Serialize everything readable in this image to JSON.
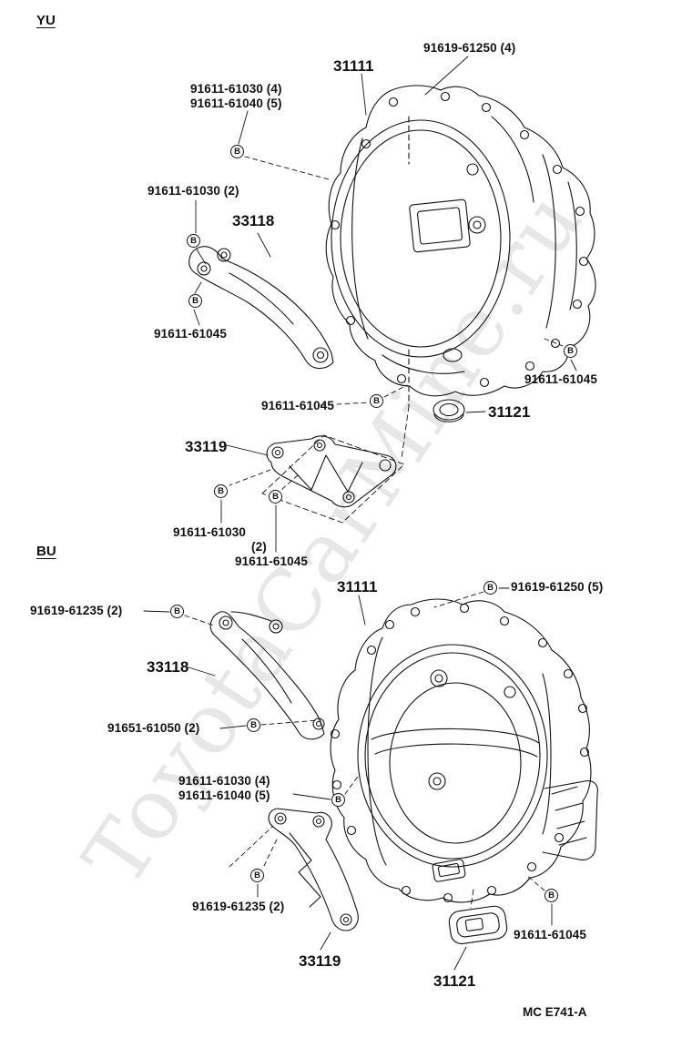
{
  "watermark": {
    "text": "ToyotaCarMine.ru"
  },
  "footer": {
    "code": "MC E741-A"
  },
  "marker": {
    "symbol": "B"
  },
  "colors": {
    "ink": "#111111",
    "background": "#ffffff",
    "watermark": "#d8d8d8"
  },
  "sections": [
    {
      "label": "YU"
    },
    {
      "label": "BU"
    }
  ],
  "part_labels": [
    {
      "text": "91619-61250 (4)"
    },
    {
      "text": "31111"
    },
    {
      "text": "91611-61030 (4)"
    },
    {
      "text": "91611-61040 (5)"
    },
    {
      "text": "91611-61030 (2)"
    },
    {
      "text": "33118"
    },
    {
      "text": "91611-61045"
    },
    {
      "text": "91611-61045"
    },
    {
      "text": "91611-61045"
    },
    {
      "text": "31121"
    },
    {
      "text": "33119"
    },
    {
      "text": "91611-61030"
    },
    {
      "text": "(2)"
    },
    {
      "text": "91611-61045"
    },
    {
      "text": "31111"
    },
    {
      "text": "91619-61250 (5)"
    },
    {
      "text": "91619-61235 (2)"
    },
    {
      "text": "33118"
    },
    {
      "text": "91651-61050 (2)"
    },
    {
      "text": "91611-61030 (4)"
    },
    {
      "text": "91611-61040 (5)"
    },
    {
      "text": "91619-61235 (2)"
    },
    {
      "text": "33119"
    },
    {
      "text": "31121"
    },
    {
      "text": "91611-61045"
    }
  ]
}
